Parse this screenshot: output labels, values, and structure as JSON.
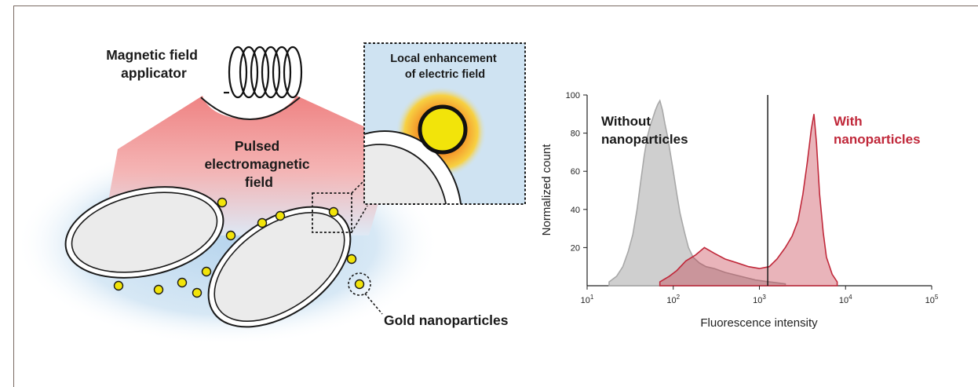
{
  "illustration": {
    "applicator_label": [
      "Magnetic field",
      "applicator"
    ],
    "field_label": [
      "Pulsed",
      "electromagnetic",
      "field"
    ],
    "inset_label": [
      "Local enhancement",
      "of electric field"
    ],
    "particles_label": "Gold nanoparticles",
    "colors": {
      "field_red": "#f08a8a",
      "field_blue": "#cfe3f2",
      "gold": "#f2e40a",
      "cell_fill": "#ebebeb"
    },
    "icons": [
      "coil-icon",
      "cell-icon",
      "gold-nanoparticle-icon",
      "zoom-box-icon"
    ]
  },
  "chart_data": {
    "type": "area",
    "title": "",
    "xlabel": "Fluorescence intensity",
    "ylabel": "Normalized count",
    "xscale": "log",
    "xlim": [
      10,
      100000
    ],
    "ylim": [
      0,
      100
    ],
    "xticks": [
      10,
      100,
      1000,
      10000,
      100000
    ],
    "xticklabels": [
      [
        "10",
        "1"
      ],
      [
        "10",
        "2"
      ],
      [
        "10",
        "3"
      ],
      [
        "10",
        "4"
      ],
      [
        "10",
        "5"
      ]
    ],
    "yticks": [
      20,
      40,
      60,
      80,
      100
    ],
    "gate_x": 1250,
    "grid": false,
    "annotations": [
      {
        "text": [
          "Without",
          "nanoparticles"
        ],
        "color": "#1a1a1a"
      },
      {
        "text": [
          "With",
          "nanoparticles"
        ],
        "color": "#c0283a"
      }
    ],
    "series": [
      {
        "color": "#a8a8a8",
        "x": [
          18,
          22,
          26,
          30,
          34,
          38,
          42,
          46,
          50,
          54,
          58,
          62,
          66,
          70,
          75,
          80,
          86,
          92,
          100,
          110,
          120,
          135,
          150,
          170,
          200,
          240,
          300,
          400,
          600,
          900,
          1300,
          2000
        ],
        "y": [
          2,
          5,
          10,
          18,
          27,
          40,
          55,
          68,
          78,
          84,
          88,
          92,
          95,
          97,
          92,
          85,
          78,
          70,
          60,
          48,
          38,
          28,
          20,
          15,
          12,
          10,
          9,
          7,
          5,
          3,
          2,
          1
        ]
      },
      {
        "color": "#c0283a",
        "x": [
          70,
          90,
          110,
          140,
          180,
          230,
          300,
          400,
          550,
          750,
          1000,
          1300,
          1600,
          2000,
          2400,
          2800,
          3200,
          3600,
          4000,
          4300,
          4600,
          5000,
          5500,
          6000,
          7000,
          8000
        ],
        "y": [
          2,
          5,
          8,
          13,
          16,
          20,
          17,
          14,
          12,
          10,
          9,
          10,
          14,
          20,
          26,
          34,
          48,
          65,
          82,
          90,
          75,
          48,
          28,
          15,
          6,
          2
        ]
      }
    ]
  }
}
